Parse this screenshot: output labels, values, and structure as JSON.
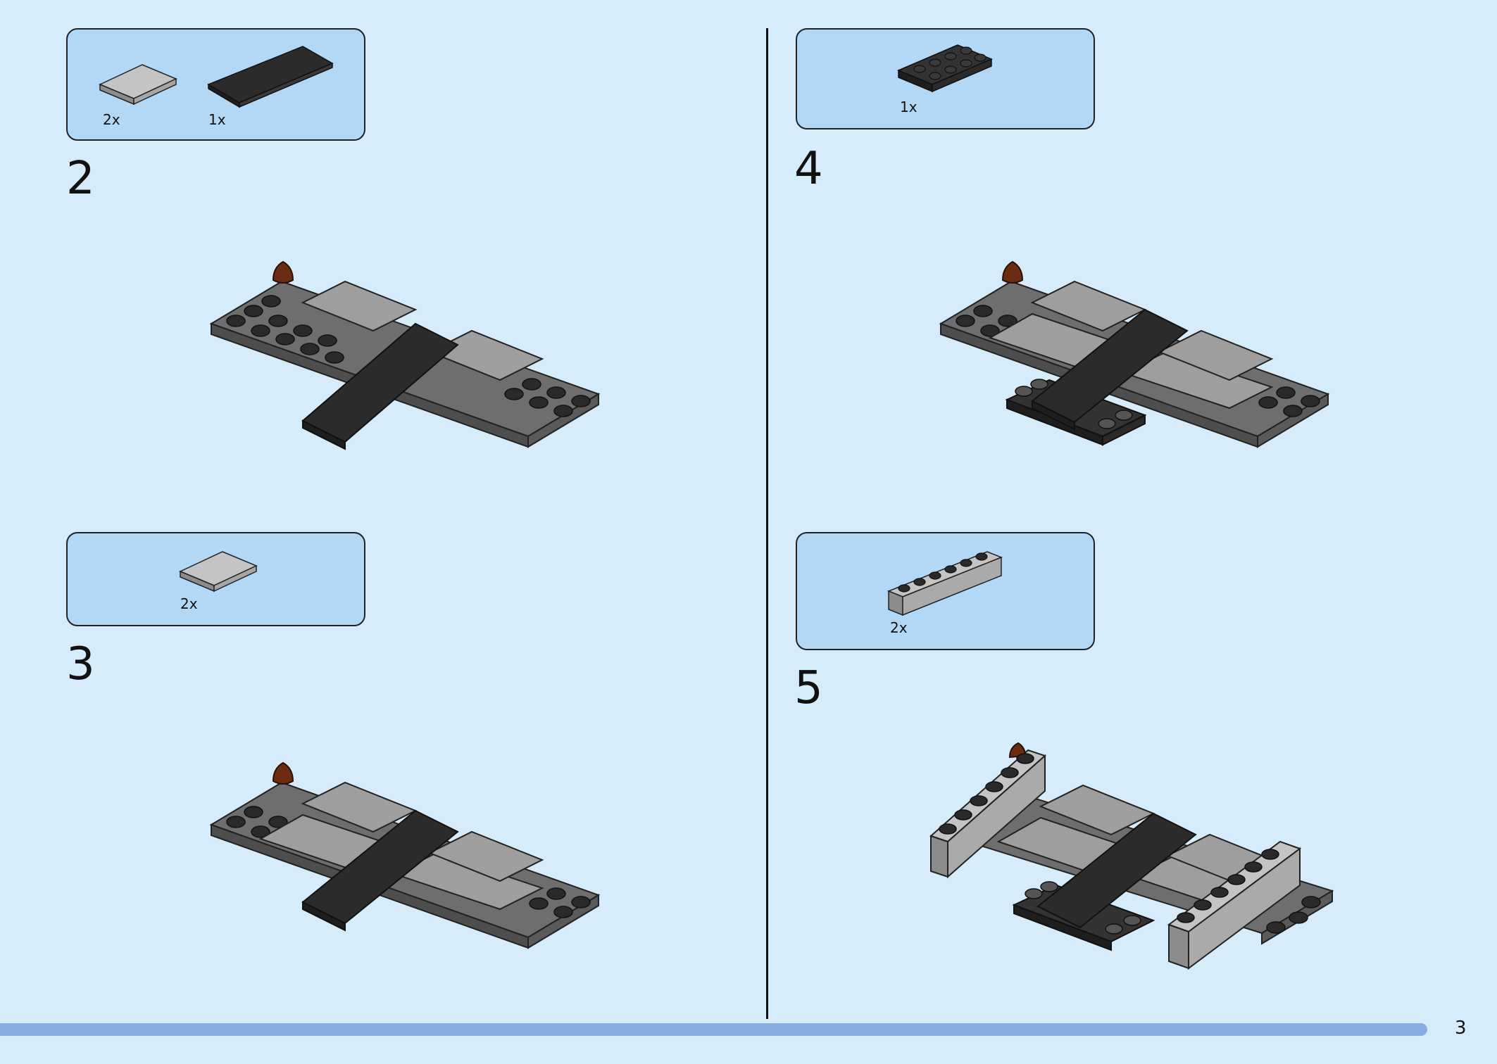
{
  "page": {
    "number": "3"
  },
  "steps": [
    {
      "number": "2",
      "parts": [
        {
          "qty": "2x",
          "part": "light-gray-tile"
        },
        {
          "qty": "1x",
          "part": "dark-gray-long-tile"
        }
      ]
    },
    {
      "number": "3",
      "parts": [
        {
          "qty": "2x",
          "part": "light-gray-tile"
        }
      ]
    },
    {
      "number": "4",
      "parts": [
        {
          "qty": "1x",
          "part": "black-plate-2x4"
        }
      ]
    },
    {
      "number": "5",
      "parts": [
        {
          "qty": "2x",
          "part": "light-gray-brick-1x6"
        }
      ]
    }
  ],
  "colors": {
    "background": "#d6ecfb",
    "parts_box": "#b3d8f6",
    "footer_bar": "#86aede",
    "dark_plate": "#5e5e5e",
    "stud": "#2a2a2a",
    "light_tile": "#9e9e9e",
    "black_tile": "#2b2b2b",
    "brown_cone": "#6b2c12"
  }
}
